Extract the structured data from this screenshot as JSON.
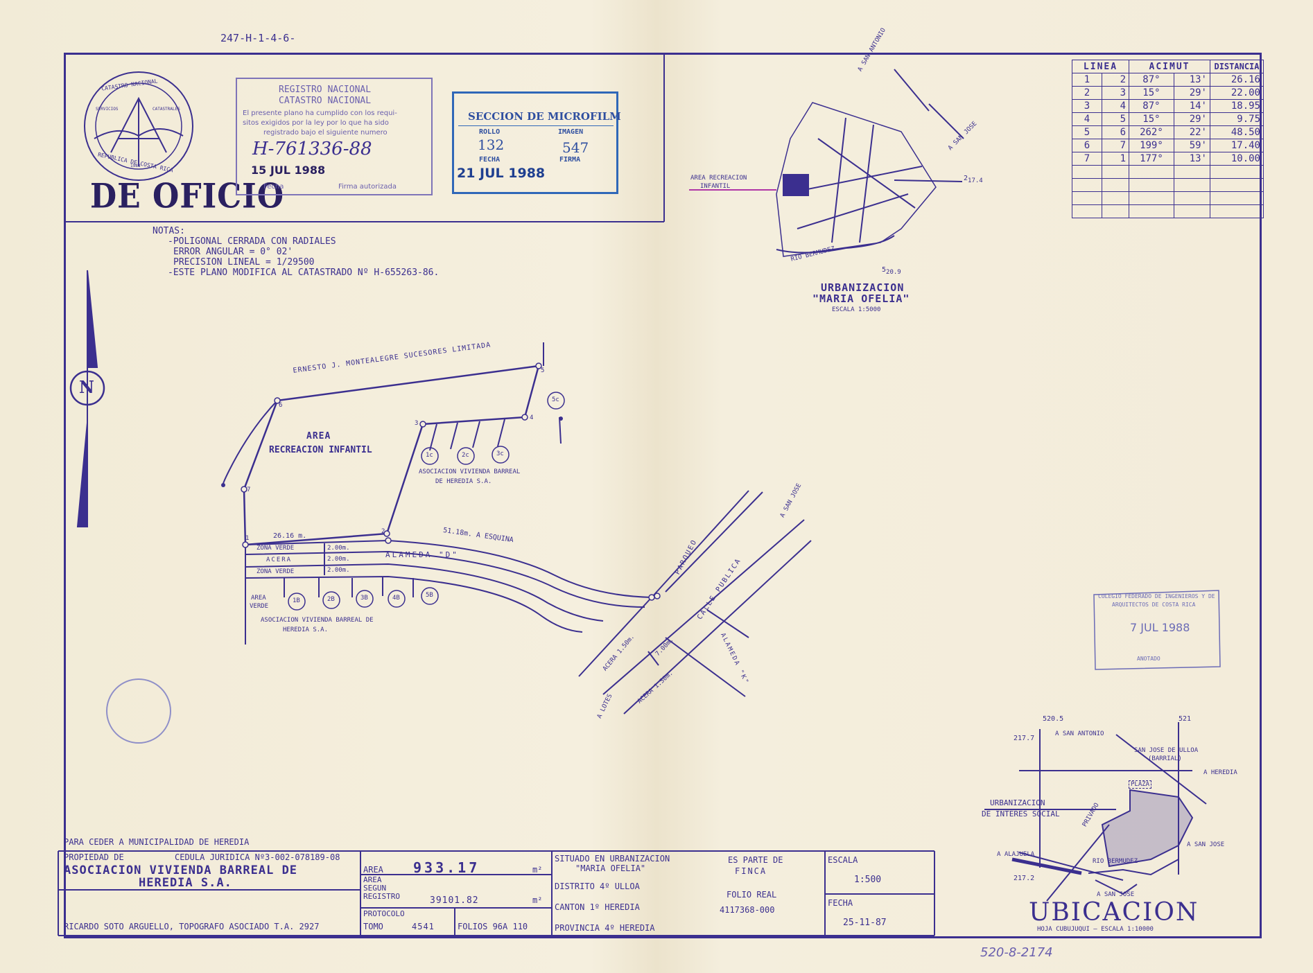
{
  "top_ref": "247-H-1-4-6-",
  "bottom_ref": "520-8-2174",
  "de_oficio": "DE OFICIO",
  "seal": {
    "top": "CATASTRO NACIONAL",
    "bottom": "REPUBLICA DE COSTA RICA",
    "left": "SERVICIOS",
    "right": "CATASTRALES",
    "year": "1988"
  },
  "registro_stamp": {
    "line1": "REGISTRO NACIONAL",
    "line2": "CATASTRO NACIONAL",
    "body1": "El presente plano ha cumplido con los requi-",
    "body2": "sitos exigidos por la ley por lo que ha sido",
    "body3": "registrado bajo el siguiente numero",
    "number": "H-761336-88",
    "date": "15 JUL 1988",
    "fecha_label": "Fecha",
    "firma_label": "Firma autorizada"
  },
  "microfilm_stamp": {
    "title": "SECCION DE MICROFILM",
    "rollo_label": "ROLLO",
    "imagen_label": "IMAGEN",
    "rollo": "132",
    "imagen": "547",
    "fecha_label": "FECHA",
    "firma_label": "FIRMA",
    "fecha": "21 JUL 1988"
  },
  "notas": {
    "title": "NOTAS:",
    "lines": [
      "-POLIGONAL CERRADA CON RADIALES",
      "ERROR ANGULAR = 0° 02'",
      "PRECISION LINEAL = 1/29500",
      "-ESTE PLANO MODIFICA AL CATASTRADO Nº H-655263-86."
    ]
  },
  "distance_table": {
    "headers": [
      "LINEA",
      "ACIMUT",
      "DISTANCIA"
    ],
    "rows": [
      {
        "a": "1",
        "b": "2",
        "deg": "87°",
        "min": "13'",
        "dist": "26.16"
      },
      {
        "a": "2",
        "b": "3",
        "deg": "15°",
        "min": "29'",
        "dist": "22.00"
      },
      {
        "a": "3",
        "b": "4",
        "deg": "87°",
        "min": "14'",
        "dist": "18.95"
      },
      {
        "a": "4",
        "b": "5",
        "deg": "15°",
        "min": "29'",
        "dist": "9.75"
      },
      {
        "a": "5",
        "b": "6",
        "deg": "262°",
        "min": "22'",
        "dist": "48.50"
      },
      {
        "a": "6",
        "b": "7",
        "deg": "199°",
        "min": "59'",
        "dist": "17.40"
      },
      {
        "a": "7",
        "b": "1",
        "deg": "177°",
        "min": "13'",
        "dist": "10.00"
      }
    ],
    "empty_rows": 4
  },
  "location_map": {
    "area_label1": "AREA RECREACION",
    "area_label2": "INFANTIL",
    "to_san_antonio": "A SAN ANTONIO",
    "to_san_jose": "A SAN JOSE",
    "river": "RIO BERMUDEZ",
    "m1": "2",
    "m1sub": "17.4",
    "m2": "5",
    "m2sub": "20.9",
    "title1": "URBANIZACION",
    "title2": "\"MARIA OFELIA\"",
    "scale": "ESCALA 1:5000"
  },
  "plan": {
    "owner_north": "ERNESTO J. MONTEALEGRE SUCESORES LIMITADA",
    "area_title1": "AREA",
    "area_title2": "RECREACION INFANTIL",
    "assoc_top1": "ASOCIACION VIVIENDA BARREAL",
    "assoc_top2": "DE HEREDIA S.A.",
    "assoc_bottom1": "ASOCIACION VIVIENDA BARREAL DE",
    "assoc_bottom2": "HEREDIA S.A.",
    "dist12": "26.16 m.",
    "esquina": "51.18m. A ESQUINA",
    "zona_verde": "ZONA VERDE",
    "acera": "ACERA",
    "w1": "2.00m.",
    "w2": "2.00m.",
    "w3": "2.00m.",
    "alameda_d": "ALAMEDA \"D\"",
    "area_verde1": "AREA",
    "area_verde2": "VERDE",
    "parqueo": "PARQUEO",
    "calle_publica": "CALLE PUBLICA",
    "alameda_k": "ALAMEDA \"K\"",
    "a_san_jose": "A SAN JOSE",
    "a_lotes": "A LOTES",
    "acera1": "ACERA",
    "acera1w": "1.50m.",
    "acera2": "ACERA",
    "acera2w": "1.50m.",
    "calle_w": "7.00m.",
    "north": "N",
    "vertices": [
      "1",
      "2",
      "3",
      "4",
      "5",
      "6",
      "7"
    ],
    "lots_top": [
      "1c",
      "2c",
      "3c"
    ],
    "lot_5c": "5c",
    "lots_bottom": [
      "1B",
      "2B",
      "3B",
      "4B",
      "5B"
    ]
  },
  "colegio_stamp": {
    "line1": "COLEGIO FEDERADO DE INGENIEROS Y DE",
    "line2": "ARQUITECTOS DE COSTA RICA",
    "date": "7 JUL 1988",
    "foot": "ANOTADO"
  },
  "ubicacion": {
    "title": "UBICACION",
    "subtitle": "HOJA CUBUJUQUI — ESCALA 1:10000",
    "san_antonio": "A SAN ANTONIO",
    "san_jose_ulloa1": "SAN JOSE DE ULLOA",
    "san_jose_ulloa2": "(BARRIAL)",
    "heredia": "A HEREDIA",
    "plaza": "PLAZA",
    "privado": "PRIVADO",
    "urbanizacion1": "URBANIZACION",
    "urbanizacion2": "DE INTERES SOCIAL",
    "alajuela": "A ALAJUELA",
    "rio": "RIO BERMUDEZ",
    "san_jose_right": "A SAN JOSE",
    "san_jose_bottom": "A SAN JOSE",
    "c1": "5",
    "c1s": "20.5",
    "c2": "5",
    "c2s": "21",
    "c3": "2",
    "c3s": "17.7",
    "c4": "2",
    "c4s": "17.2"
  },
  "title_block": {
    "para_ceder": "PARA CEDER A MUNICIPALIDAD DE HEREDIA",
    "propiedad_label": "PROPIEDAD DE",
    "cedula": "CEDULA JURIDICA Nº3-002-078189-08",
    "owner1": "ASOCIACION VIVIENDA BARREAL DE",
    "owner2": "HEREDIA S.A.",
    "area_label": "AREA",
    "area_value": "933.17",
    "area_unit": "m²",
    "area_segun1": "AREA",
    "area_segun2": "SEGUN",
    "area_segun3": "REGISTRO",
    "area_segun_value": "39101.82",
    "area_segun_unit": "m²",
    "protocolo": "PROTOCOLO",
    "tomo_label": "TOMO",
    "tomo": "4541",
    "folios": "FOLIOS 96A 110",
    "surveyor": "RICARDO SOTO ARGUELLO, TOPOGRAFO ASOCIADO T.A. 2927",
    "situado1": "SITUADO EN URBANIZACION",
    "situado2": "\"MARIA OFELIA\"",
    "distrito": "DISTRITO 4º ULLOA",
    "canton": "CANTON 1º HEREDIA",
    "provincia": "PROVINCIA 4º HEREDIA",
    "es_parte1": "ES PARTE DE",
    "es_parte2": "FINCA",
    "folio_real_label": "FOLIO REAL",
    "folio_real": "4117368-000",
    "escala_label": "ESCALA",
    "escala": "1:500",
    "fecha_label": "FECHA",
    "fecha": "25-11-87"
  }
}
